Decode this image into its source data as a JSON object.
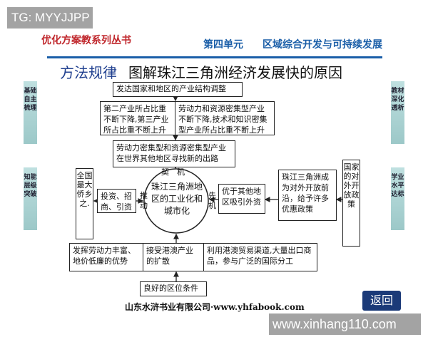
{
  "watermark_top": "TG: MYYJJPP",
  "watermark_bottom": "www.xinhang110.com",
  "header": {
    "series": "优化方案教系列丛书",
    "unit": "第四单元",
    "unit_title": "区域综合开发与可持续发展"
  },
  "title": {
    "prefix": "方法规律",
    "main": "图解珠江三角洲经济发展快的原因"
  },
  "side_tabs": {
    "left": [
      "基础自主梳理",
      "知能层级突破"
    ],
    "right": [
      "教材深化透析",
      "学业水平达标"
    ]
  },
  "diagram": {
    "top": "发达国家和地区的产业结构调整",
    "second_left": "第二产业所占比重不断下降,第三产业所占比重不断上升",
    "second_right": "劳动力和资源密集型产业不断下降,技术和知识密集型产业所占比重不断上升",
    "third": "劳动力密集型和资源密集型产业在世界其他地区寻找新的出路",
    "opportunity": "契　机",
    "center": "珠江三角洲地区的工业化和城市化",
    "left_tall": "全国最大侨乡之.",
    "left_box": "投资、招商、引资",
    "push": "推动",
    "advantage": "先机",
    "right_box": "优于其他地区吸引外资",
    "right_box2": "珠江三角洲成为对外开放前沿，给予许多优惠政策",
    "right_tall": "国家的对外开放政策",
    "bottom": [
      "发挥劳动力丰富、地价低廉的优势",
      "接受港澳产业的扩散",
      "利用港澳贸易渠道,大量出口商品，参与广泛的国际分工"
    ],
    "location": "良好的区位条件"
  },
  "footer": "山东水浒书业有限公司·www.yhfabook.com",
  "back_button": "返回",
  "colors": {
    "series": "#c0282d",
    "unit": "#1a5ea8",
    "title_prefix": "#1f3f8f",
    "back": "#1b3a78"
  }
}
